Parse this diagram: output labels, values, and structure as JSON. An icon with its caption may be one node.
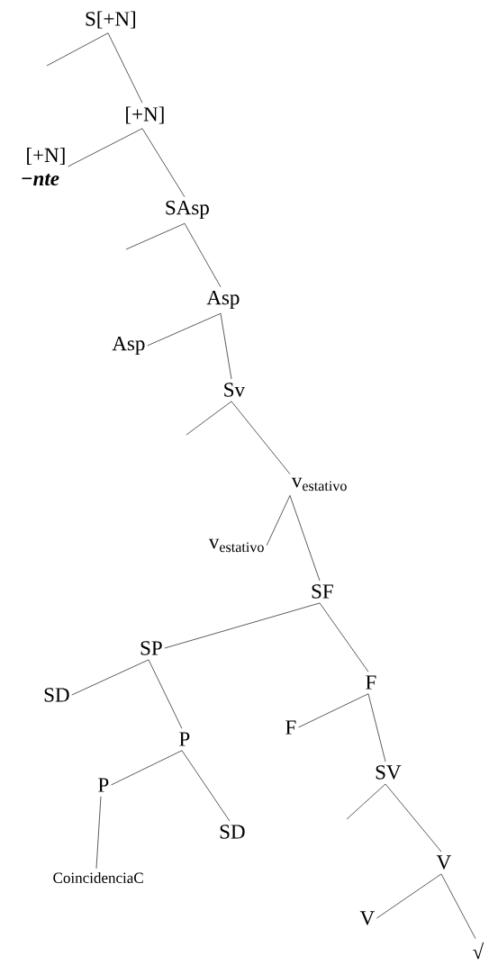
{
  "diagram": {
    "nodes": [
      {
        "text": [
          "S[+N]"
        ]
      },
      {
        "text": [
          "[+N]"
        ]
      },
      {
        "text": [
          "[+N]",
          "−nte"
        ]
      },
      {
        "text": [
          "SAsp"
        ]
      },
      {
        "text": [
          "Asp"
        ]
      },
      {
        "text": [
          "Asp"
        ]
      },
      {
        "text": [
          "Sv"
        ]
      },
      {
        "text": [
          "v$_{estativo}$"
        ]
      },
      {
        "text": [
          "v$_{estativo}$"
        ]
      },
      {
        "text": [
          "SF"
        ]
      },
      {
        "text": [
          "SP"
        ]
      },
      {
        "text": [
          "F"
        ]
      },
      {
        "text": [
          "SD"
        ]
      },
      {
        "text": [
          "P"
        ]
      },
      {
        "text": [
          "F"
        ]
      },
      {
        "text": [
          "SV"
        ]
      },
      {
        "text": [
          "P"
        ]
      },
      {
        "text": [
          "SD"
        ]
      },
      {
        "text": [
          "CoincidenciaC"
        ]
      },
      {
        "text": [
          "V"
        ]
      },
      {
        "text": [
          "V"
        ]
      },
      {
        "text": [
          "√"
        ]
      }
    ],
    "edges": [
      {
        "from": 0,
        "to": null,
        "arrow": "none"
      },
      {
        "from": 0,
        "to": 1,
        "arrow": "none"
      },
      {
        "from": 1,
        "to": 2,
        "arrow": "none"
      },
      {
        "from": 1,
        "to": 3,
        "arrow": "none"
      },
      {
        "from": 3,
        "to": null,
        "arrow": "none"
      },
      {
        "from": 3,
        "to": 4,
        "arrow": "none"
      },
      {
        "from": 4,
        "to": 5,
        "arrow": "none"
      },
      {
        "from": 4,
        "to": 6,
        "arrow": "none"
      },
      {
        "from": 6,
        "to": null,
        "arrow": "none"
      },
      {
        "from": 6,
        "to": 7,
        "arrow": "none"
      },
      {
        "from": 7,
        "to": 8,
        "arrow": "none"
      },
      {
        "from": 7,
        "to": 9,
        "arrow": "none"
      },
      {
        "from": 9,
        "to": 10,
        "arrow": "none"
      },
      {
        "from": 9,
        "to": 11,
        "arrow": "none"
      },
      {
        "from": 10,
        "to": 12,
        "arrow": "none"
      },
      {
        "from": 10,
        "to": 13,
        "arrow": "none"
      },
      {
        "from": 11,
        "to": 14,
        "arrow": "none"
      },
      {
        "from": 11,
        "to": 15,
        "arrow": "none"
      },
      {
        "from": 13,
        "to": 16,
        "arrow": "none"
      },
      {
        "from": 13,
        "to": 17,
        "arrow": "none"
      },
      {
        "from": 16,
        "to": 18,
        "arrow": "none"
      },
      {
        "from": 15,
        "to": null,
        "arrow": "none"
      },
      {
        "from": 15,
        "to": 19,
        "arrow": "none"
      },
      {
        "from": 19,
        "to": 20,
        "arrow": "none"
      },
      {
        "from": 19,
        "to": 21,
        "arrow": "none"
      }
    ]
  }
}
